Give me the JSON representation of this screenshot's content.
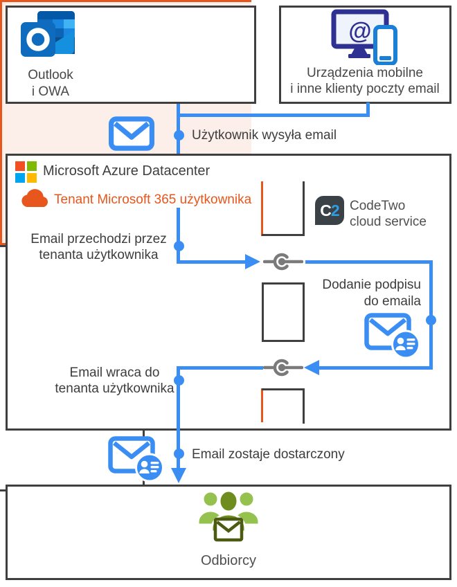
{
  "colors": {
    "flow_blue": "#3A8EF3",
    "border_dark": "#3F3F3F",
    "orange": "#E6561D",
    "tenant_bg": "#FCEEE8",
    "connector_gray": "#7A7A7A",
    "green_light": "#95C14F",
    "green_dark": "#6F8C1F",
    "monitor_navy": "#2E3192",
    "phone_blue": "#1B7FD6",
    "ms_logo_red": "#F25022",
    "ms_logo_green": "#7FBA00",
    "ms_logo_blue": "#00A4EF",
    "ms_logo_yellow": "#FFB900",
    "c2_bg": "#3A4247",
    "c2_blue": "#2D9FE0"
  },
  "boxes": {
    "outlook": {
      "line1": "Outlook",
      "line2": "i OWA"
    },
    "mobile": {
      "line1": "Urządzenia mobilne",
      "line2": "i inne klienty poczty email"
    },
    "azure": {
      "title": "Microsoft Azure Datacenter"
    },
    "tenant": {
      "title": "Tenant Microsoft 365 użytkownika",
      "pass1": "Email przechodzi przez",
      "pass2": "tenanta użytkownika",
      "return1": "Email wraca do",
      "return2": "tenanta użytkownika"
    },
    "codetwo": {
      "logo_c": "C",
      "logo_2": "2",
      "name1": "CodeTwo",
      "name2": "cloud service",
      "sign1": "Dodanie podpisu",
      "sign2": "do emaila"
    },
    "recipients": {
      "label": "Odbiorcy"
    }
  },
  "flow_labels": {
    "send": "Użytkownik wysyła email",
    "deliver": "Email zostaje dostarczony"
  }
}
